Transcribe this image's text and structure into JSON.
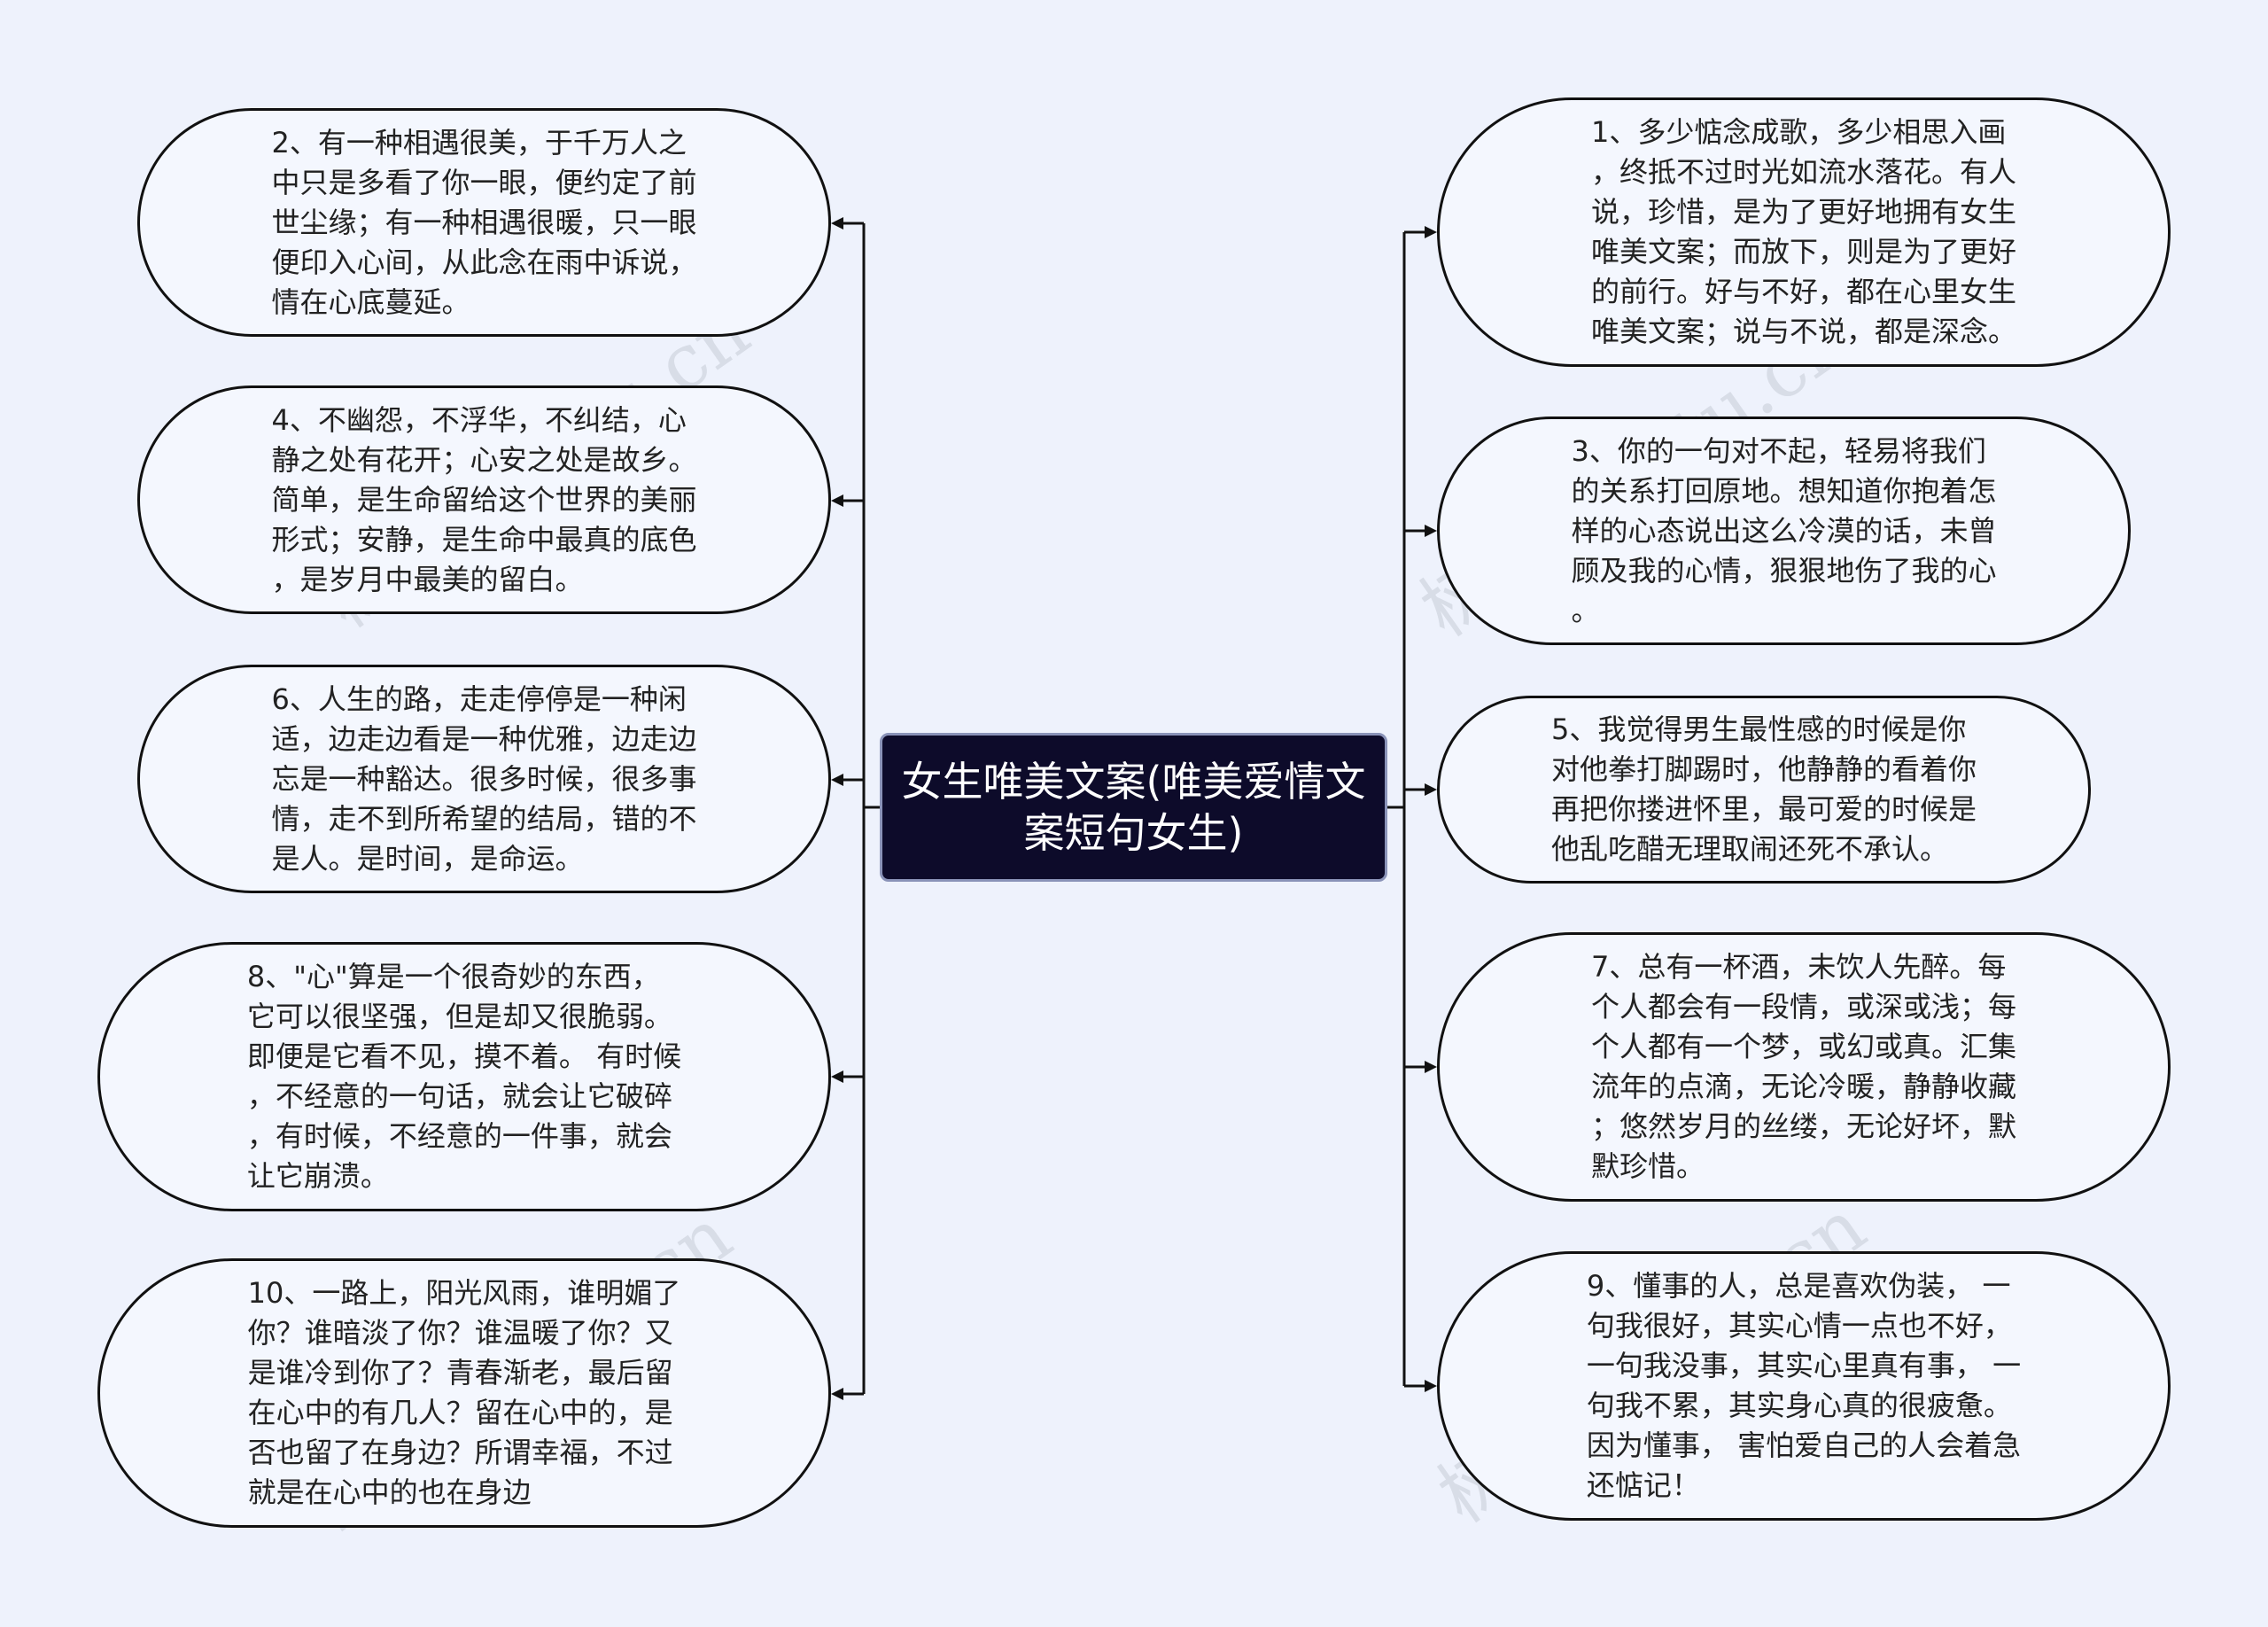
{
  "colors": {
    "background": "#eef2fc",
    "node_fill": "#f4f7fe",
    "center_fill": "#0d0b2a",
    "line": "#111111"
  },
  "center": {
    "lines": [
      "女生唯美文案(唯美爱情文",
      "案短句女生)"
    ]
  },
  "left_nodes": [
    {
      "lines": [
        "2、有一种相遇很美，于千万人之",
        "中只是多看了你一眼，便约定了前",
        "世尘缘；有一种相遇很暖，只一眼",
        "便印入心间，从此念在雨中诉说，",
        "情在心底蔓延。"
      ]
    },
    {
      "lines": [
        "4、不幽怨，不浮华，不纠结，心",
        "静之处有花开；心安之处是故乡。",
        "简单，是生命留给这个世界的美丽",
        "形式；安静，是生命中最真的底色",
        "，是岁月中最美的留白。"
      ]
    },
    {
      "lines": [
        "6、人生的路，走走停停是一种闲",
        "适，边走边看是一种优雅，边走边",
        "忘是一种豁达。很多时候，很多事",
        "情，走不到所希望的结局，错的不",
        "是人。是时间，是命运。"
      ]
    },
    {
      "lines": [
        "8、\"心\"算是一个很奇妙的东西，",
        "它可以很坚强，但是却又很脆弱。",
        "即便是它看不见，摸不着。 有时候",
        "，不经意的一句话，就会让它破碎",
        "，有时候，不经意的一件事，就会",
        "让它崩溃。"
      ]
    },
    {
      "lines": [
        "10、一路上，阳光风雨，谁明媚了",
        "你？谁暗淡了你？谁温暖了你？又",
        "是谁冷到你了？青春渐老，最后留",
        "在心中的有几人？留在心中的，是",
        "否也留了在身边？所谓幸福，不过",
        "就是在心中的也在身边"
      ]
    }
  ],
  "right_nodes": [
    {
      "lines": [
        "1、多少惦念成歌，多少相思入画",
        "，终抵不过时光如流水落花。有人",
        "说，珍惜，是为了更好地拥有女生",
        "唯美文案；而放下，则是为了更好",
        "的前行。好与不好，都在心里女生",
        "唯美文案；说与不说，都是深念。"
      ]
    },
    {
      "lines": [
        "3、你的一句对不起，轻易将我们",
        "的关系打回原地。想知道你抱着怎",
        "样的心态说出这么冷漠的话，未曾",
        "顾及我的心情，狠狠地伤了我的心",
        "。"
      ]
    },
    {
      "lines": [
        "5、我觉得男生最性感的时候是你",
        "对他拳打脚踢时，他静静的看着你",
        "再把你搂进怀里，最可爱的时候是",
        "他乱吃醋无理取闹还死不承认。"
      ]
    },
    {
      "lines": [
        "7、总有一杯酒，未饮人先醉。每",
        "个人都会有一段情，或深或浅；每",
        "个人都有一个梦，或幻或真。汇集",
        "流年的点滴，无论冷暖，静静收藏",
        "；悠然岁月的丝缕，无论好坏，默",
        "默珍惜。"
      ]
    },
    {
      "lines": [
        "9、懂事的人，总是喜欢伪装， 一",
        "句我很好，其实心情一点也不好，",
        "一句我没事，其实心里真有事， 一",
        "句我不累，其实身心真的很疲惫。",
        "因为懂事， 害怕爱自己的人会着急",
        "还惦记！"
      ]
    }
  ]
}
